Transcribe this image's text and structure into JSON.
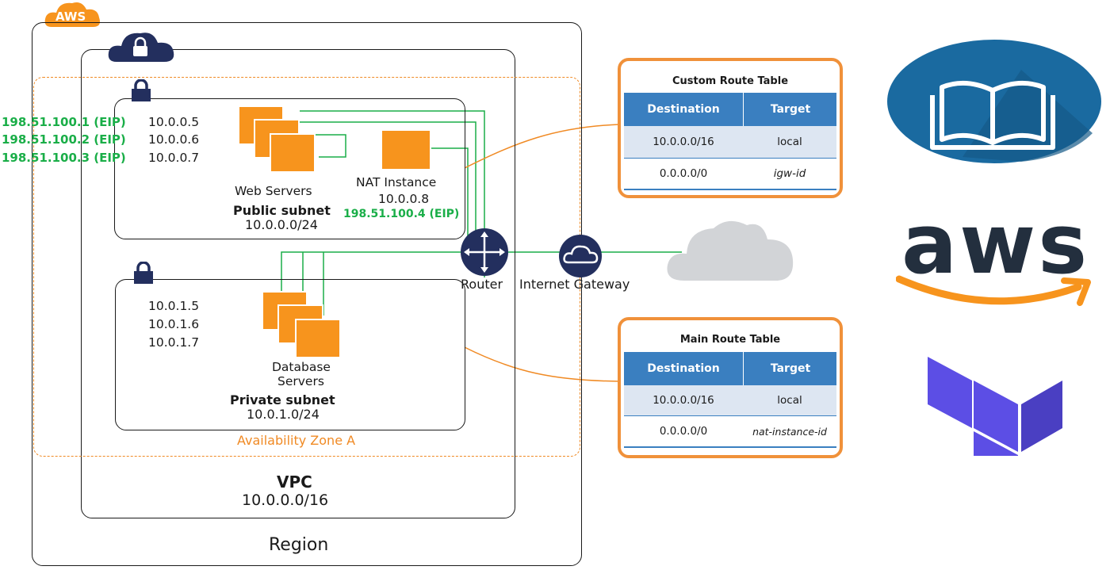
{
  "aws_badge": "AWS",
  "region": {
    "label": "Region"
  },
  "vpc": {
    "label": "VPC",
    "cidr": "10.0.0.0/16"
  },
  "availability_zone": {
    "label": "Availability Zone A"
  },
  "public_subnet": {
    "label": "Public subnet",
    "cidr": "10.0.0.0/24",
    "eips": [
      "198.51.100.1 (EIP)",
      "198.51.100.2 (EIP)",
      "198.51.100.3 (EIP)"
    ],
    "private_ips": [
      "10.0.0.5",
      "10.0.0.6",
      "10.0.0.7"
    ],
    "web_servers_label": "Web Servers",
    "nat": {
      "label": "NAT Instance",
      "ip": "10.0.0.8",
      "eip": "198.51.100.4 (EIP)"
    }
  },
  "private_subnet": {
    "label": "Private subnet",
    "cidr": "10.0.1.0/24",
    "private_ips": [
      "10.0.1.5",
      "10.0.1.6",
      "10.0.1.7"
    ],
    "db_label_line1": "Database",
    "db_label_line2": "Servers"
  },
  "router": {
    "label": "Router"
  },
  "igw": {
    "label": "Internet Gateway"
  },
  "custom_route_table": {
    "title": "Custom Route Table",
    "headers": [
      "Destination",
      "Target"
    ],
    "rows": [
      {
        "destination": "10.0.0.0/16",
        "target": "local"
      },
      {
        "destination": "0.0.0.0/0",
        "target": "igw-id"
      }
    ]
  },
  "main_route_table": {
    "title": "Main Route Table",
    "headers": [
      "Destination",
      "Target"
    ],
    "rows": [
      {
        "destination": "10.0.0.0/16",
        "target": "local"
      },
      {
        "destination": "0.0.0.0/0",
        "target": "nat-instance-id"
      }
    ]
  },
  "logos": {
    "book_icon_color": "#1a6aa0",
    "aws_wordmark": "aws",
    "aws_smile_color": "#f7941d",
    "terraform_color": "#5c4ee5"
  },
  "colors": {
    "orange": "#f7941d",
    "green_line": "#1aae48",
    "navy": "#232f5e",
    "table_header": "#3a7fc0",
    "table_row_alt": "#dde6f2"
  }
}
